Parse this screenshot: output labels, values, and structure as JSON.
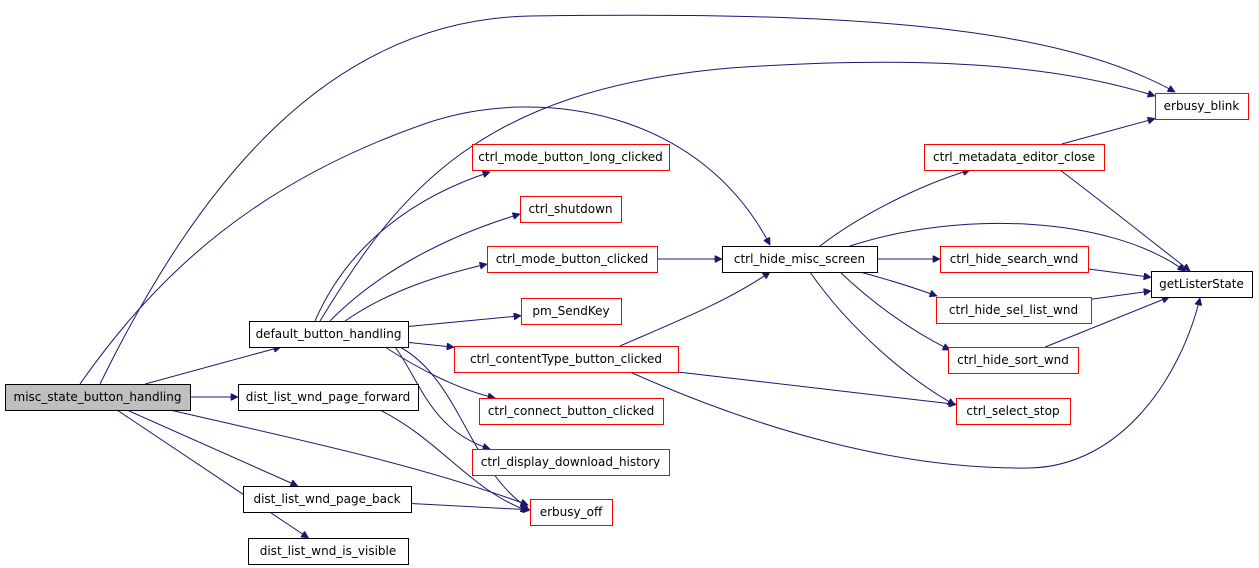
{
  "colors": {
    "edge": "#191970",
    "root_fill": "#bfbfbf",
    "root_border": "#000000",
    "documented_border": "#000000",
    "undocumented_border": "#ff0000",
    "node_fill": "#ffffff"
  },
  "nodes": [
    {
      "id": "misc_state_button_handling",
      "label": "misc_state_button_handling",
      "kind": "root"
    },
    {
      "id": "default_button_handling",
      "label": "default_button_handling",
      "kind": "documented"
    },
    {
      "id": "dist_list_wnd_page_forward",
      "label": "dist_list_wnd_page_forward",
      "kind": "documented"
    },
    {
      "id": "dist_list_wnd_page_back",
      "label": "dist_list_wnd_page_back",
      "kind": "documented"
    },
    {
      "id": "dist_list_wnd_is_visible",
      "label": "dist_list_wnd_is_visible",
      "kind": "documented"
    },
    {
      "id": "ctrl_mode_button_long_clicked",
      "label": "ctrl_mode_button_long_clicked",
      "kind": "undocumented"
    },
    {
      "id": "ctrl_shutdown",
      "label": "ctrl_shutdown",
      "kind": "undocumented"
    },
    {
      "id": "ctrl_mode_button_clicked",
      "label": "ctrl_mode_button_clicked",
      "kind": "undocumented"
    },
    {
      "id": "pm_SendKey",
      "label": "pm_SendKey",
      "kind": "undocumented"
    },
    {
      "id": "ctrl_contentType_button_clicked",
      "label": "ctrl_contentType_button_clicked",
      "kind": "undocumented"
    },
    {
      "id": "ctrl_connect_button_clicked",
      "label": "ctrl_connect_button_clicked",
      "kind": "undocumented"
    },
    {
      "id": "ctrl_display_download_history",
      "label": "ctrl_display_download_history",
      "kind": "undocumented"
    },
    {
      "id": "erbusy_off",
      "label": "erbusy_off",
      "kind": "undocumented"
    },
    {
      "id": "ctrl_hide_misc_screen",
      "label": "ctrl_hide_misc_screen",
      "kind": "documented"
    },
    {
      "id": "ctrl_metadata_editor_close",
      "label": "ctrl_metadata_editor_close",
      "kind": "undocumented"
    },
    {
      "id": "ctrl_hide_search_wnd",
      "label": "ctrl_hide_search_wnd",
      "kind": "undocumented"
    },
    {
      "id": "ctrl_hide_sel_list_wnd",
      "label": "ctrl_hide_sel_list_wnd",
      "kind": "undocumented"
    },
    {
      "id": "ctrl_hide_sort_wnd",
      "label": "ctrl_hide_sort_wnd",
      "kind": "undocumented"
    },
    {
      "id": "ctrl_select_stop",
      "label": "ctrl_select_stop",
      "kind": "undocumented"
    },
    {
      "id": "erbusy_blink",
      "label": "erbusy_blink",
      "kind": "undocumented"
    },
    {
      "id": "getListerState",
      "label": "getListerState",
      "kind": "documented"
    }
  ],
  "edges": [
    {
      "from": "misc_state_button_handling",
      "to": "default_button_handling"
    },
    {
      "from": "misc_state_button_handling",
      "to": "dist_list_wnd_page_forward"
    },
    {
      "from": "misc_state_button_handling",
      "to": "dist_list_wnd_page_back"
    },
    {
      "from": "misc_state_button_handling",
      "to": "dist_list_wnd_is_visible"
    },
    {
      "from": "misc_state_button_handling",
      "to": "erbusy_off"
    },
    {
      "from": "misc_state_button_handling",
      "to": "erbusy_blink"
    },
    {
      "from": "misc_state_button_handling",
      "to": "ctrl_hide_misc_screen"
    },
    {
      "from": "default_button_handling",
      "to": "ctrl_mode_button_long_clicked"
    },
    {
      "from": "default_button_handling",
      "to": "ctrl_shutdown"
    },
    {
      "from": "default_button_handling",
      "to": "ctrl_mode_button_clicked"
    },
    {
      "from": "default_button_handling",
      "to": "pm_SendKey"
    },
    {
      "from": "default_button_handling",
      "to": "ctrl_contentType_button_clicked"
    },
    {
      "from": "default_button_handling",
      "to": "ctrl_connect_button_clicked"
    },
    {
      "from": "default_button_handling",
      "to": "ctrl_display_download_history"
    },
    {
      "from": "default_button_handling",
      "to": "erbusy_off"
    },
    {
      "from": "default_button_handling",
      "to": "erbusy_blink"
    },
    {
      "from": "dist_list_wnd_page_forward",
      "to": "erbusy_off"
    },
    {
      "from": "dist_list_wnd_page_back",
      "to": "erbusy_off"
    },
    {
      "from": "ctrl_mode_button_clicked",
      "to": "ctrl_hide_misc_screen"
    },
    {
      "from": "ctrl_contentType_button_clicked",
      "to": "ctrl_hide_misc_screen"
    },
    {
      "from": "ctrl_contentType_button_clicked",
      "to": "ctrl_select_stop"
    },
    {
      "from": "ctrl_contentType_button_clicked",
      "to": "getListerState"
    },
    {
      "from": "ctrl_hide_misc_screen",
      "to": "ctrl_metadata_editor_close"
    },
    {
      "from": "ctrl_hide_misc_screen",
      "to": "ctrl_hide_search_wnd"
    },
    {
      "from": "ctrl_hide_misc_screen",
      "to": "ctrl_hide_sel_list_wnd"
    },
    {
      "from": "ctrl_hide_misc_screen",
      "to": "ctrl_hide_sort_wnd"
    },
    {
      "from": "ctrl_hide_misc_screen",
      "to": "ctrl_select_stop"
    },
    {
      "from": "ctrl_hide_misc_screen",
      "to": "getListerState"
    },
    {
      "from": "ctrl_metadata_editor_close",
      "to": "erbusy_blink"
    },
    {
      "from": "ctrl_metadata_editor_close",
      "to": "getListerState"
    },
    {
      "from": "ctrl_hide_search_wnd",
      "to": "getListerState"
    },
    {
      "from": "ctrl_hide_sel_list_wnd",
      "to": "getListerState"
    },
    {
      "from": "ctrl_hide_sort_wnd",
      "to": "getListerState"
    }
  ]
}
